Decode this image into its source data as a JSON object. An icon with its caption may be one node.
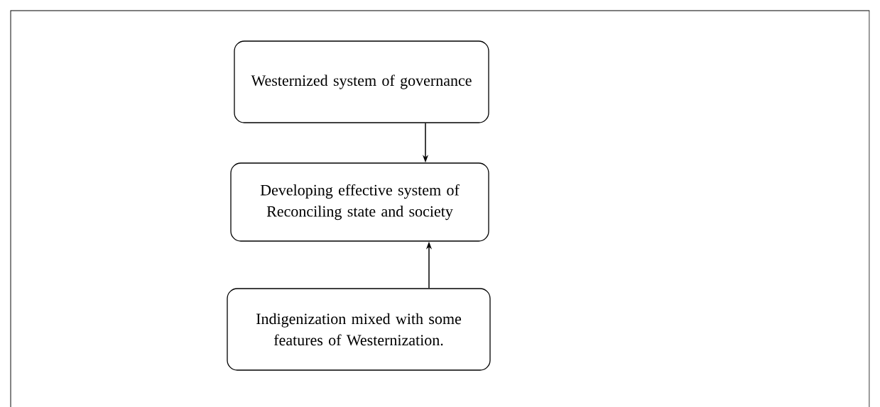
{
  "diagram": {
    "nodes": [
      {
        "text": [
          "Westernized system of governance"
        ]
      },
      {
        "text": [
          "Developing effective system of Reconciling state and society"
        ]
      },
      {
        "text": [
          "Indigenization mixed with some features of Westernization."
        ]
      }
    ],
    "edges": [
      {
        "from": 0,
        "to": 1,
        "arrow": "to"
      },
      {
        "from": 2,
        "to": 1,
        "arrow": "to"
      }
    ]
  }
}
